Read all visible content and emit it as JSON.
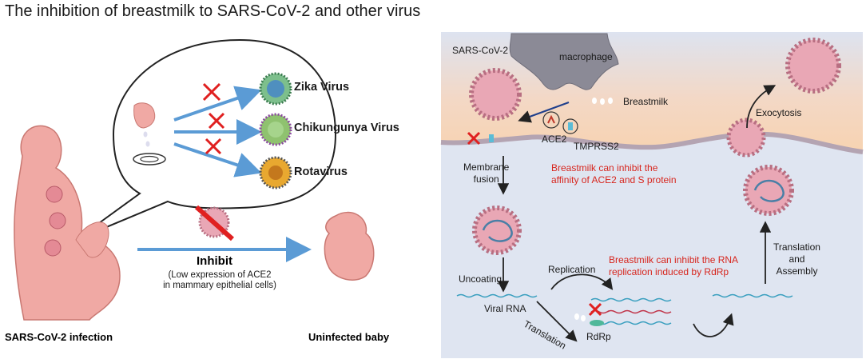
{
  "title": "The inhibition of breastmilk to SARS-CoV-2 and other virus",
  "left_panel": {
    "viruses": [
      "Zika Virus",
      "Chikungunya Virus",
      "Rotavirus"
    ],
    "inhibit": "Inhibit",
    "inhibit_note_line1": "(Low expression of ACE2",
    "inhibit_note_line2": "in mammary epithelial cells)",
    "mother_label": "SARS-CoV-2 infection",
    "baby_label": "Uninfected baby"
  },
  "right_panel": {
    "sars_label": "SARS-CoV-2",
    "macrophage": "macrophage",
    "breastmilk": "Breastmilk",
    "ace2": "ACE2",
    "tmprss2": "TMPRSS2",
    "membrane_fusion_1": "Membrane",
    "membrane_fusion_2": "fusion",
    "inhibit_ace2_1": "Breastmilk can inhibit the",
    "inhibit_ace2_2": "affinity of ACE2 and S protein",
    "uncoating": "Uncoating",
    "replication": "Replication",
    "inhibit_rna_1": "Breastmilk can inhibit the RNA",
    "inhibit_rna_2": "replication induced by RdRp",
    "viral_rna": "Viral RNA",
    "translation": "Translation",
    "rdrp": "RdRp",
    "exocytosis": "Exocytosis",
    "translation_assembly_1": "Translation",
    "translation_assembly_2": "and",
    "translation_assembly_3": "Assembly"
  },
  "colors": {
    "skin": "#f0a9a4",
    "skin_dark": "#c97872",
    "arrow_blue": "#5b9bd5",
    "cross_red": "#e02020",
    "cell_bg": "#dfe5f1",
    "extracell_bg": "#f6d9bc",
    "virus_pink": "#e9a7b5",
    "macrophage": "#8b8a96"
  }
}
